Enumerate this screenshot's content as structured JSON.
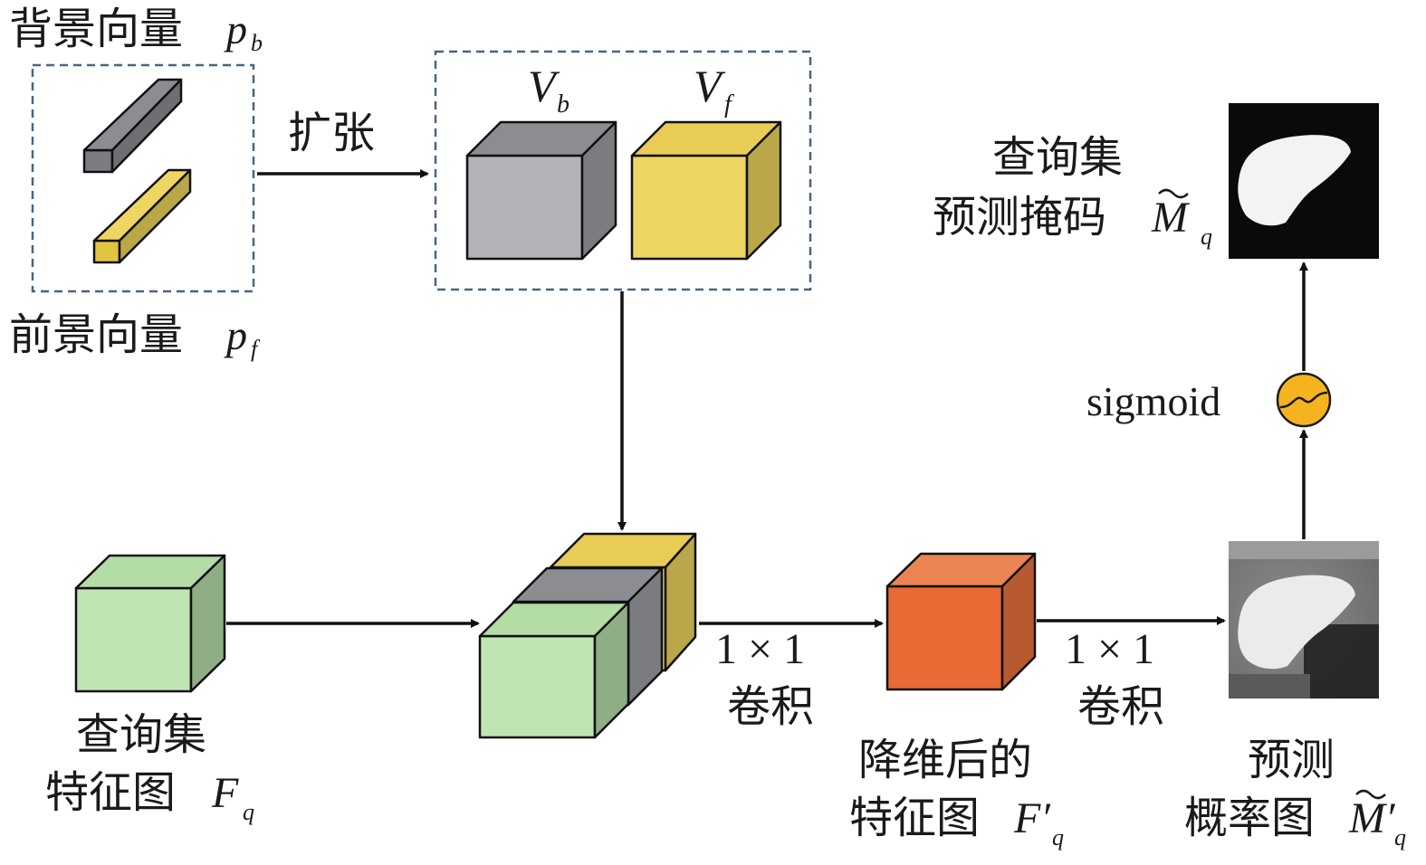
{
  "labels": {
    "bg_vector": "背景向量",
    "bg_vector_sym": "p",
    "bg_vector_sub": "b",
    "fg_vector": "前景向量",
    "fg_vector_sym": "p",
    "fg_vector_sub": "f",
    "expand": "扩张",
    "vb_sym": "V",
    "vb_sub": "b",
    "vf_sym": "V",
    "vf_sub": "f",
    "query_feat_line1": "查询集",
    "query_feat_line2": "特征图",
    "query_feat_sym": "F",
    "query_feat_sub": "q",
    "conv1_op": "1 × 1",
    "conv1_text": "卷积",
    "reduced_line1": "降维后的",
    "reduced_line2": "特征图",
    "reduced_sym": "F′",
    "reduced_sub": "q",
    "conv2_op": "1 × 1",
    "conv2_text": "卷积",
    "prob_line1": "预测",
    "prob_line2": "概率图",
    "prob_sym": "M′",
    "prob_sub": "q",
    "sigmoid": "sigmoid",
    "mask_line1": "查询集",
    "mask_line2": "预测掩码",
    "mask_sym": "M",
    "mask_sub": "q"
  },
  "colors": {
    "gray_front": "#b3b4b8",
    "gray_top": "#8c8d92",
    "gray_side": "#7b7c80",
    "yellow_front": "#efd562",
    "yellow_top": "#e8cc55",
    "yellow_side": "#b9a74a",
    "green_front": "#bfe5b0",
    "green_top": "#b4dca5",
    "green_side": "#8fae86",
    "orange_front": "#e96a35",
    "orange_top": "#eb8453",
    "orange_side": "#b85a30",
    "sigmoid_fill": "#f5b41f",
    "dashed_border": "#4a6580"
  },
  "icons": [
    "sigmoid-icon",
    "tilde-mark"
  ]
}
